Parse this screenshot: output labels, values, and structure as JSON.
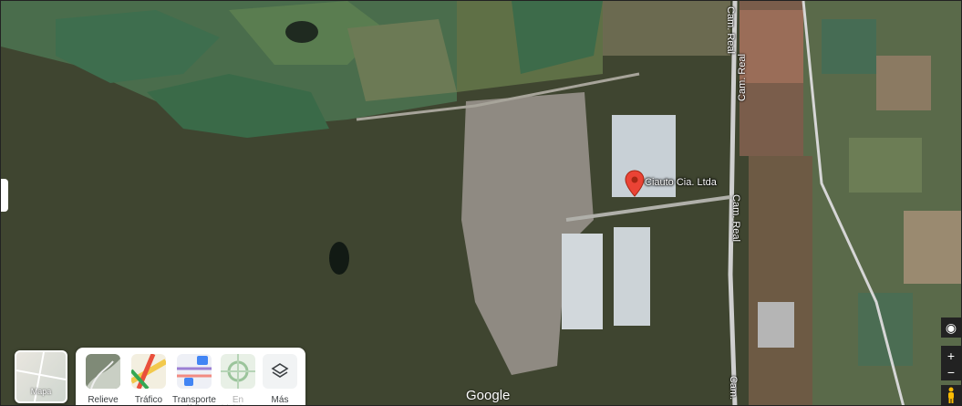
{
  "map": {
    "place_label": "Ciauto Cia. Ltda",
    "road_labels": [
      "Cam. Real",
      "Cam. Real",
      "Cam. Real",
      "Cam."
    ],
    "attribution": "Google",
    "colors": {
      "pin": "#ea4335",
      "forest": "#3f4530",
      "field": "#4c7d52"
    }
  },
  "layers": {
    "thumbnail_label": "Mapa",
    "options": [
      {
        "label": "Relieve",
        "icon": "terrain-icon"
      },
      {
        "label": "Tráfico",
        "icon": "traffic-icon"
      },
      {
        "label": "Transporte público",
        "icon": "transit-icon"
      },
      {
        "label": "En bicicleta",
        "icon": "bicycle-icon"
      },
      {
        "label": "Más",
        "icon": "layers-icon"
      }
    ]
  },
  "controls": {
    "zoom_in": "+",
    "zoom_out": "−"
  }
}
